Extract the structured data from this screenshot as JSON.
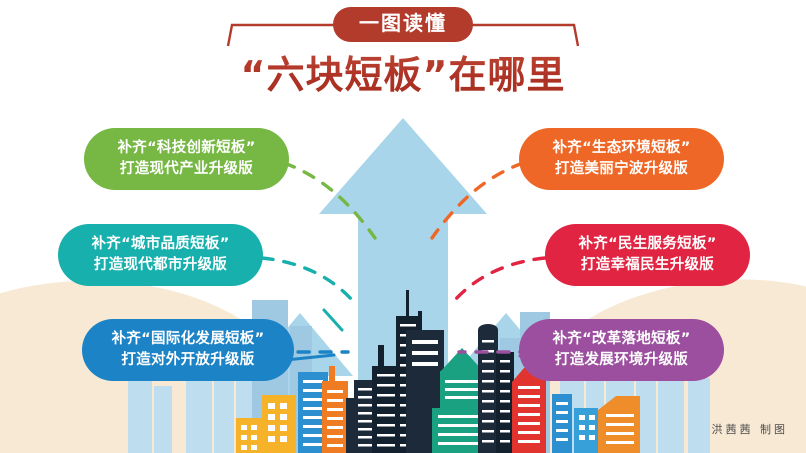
{
  "header": {
    "badge_label": "一图读懂",
    "title": "“六块短板”在哪里",
    "accent_color": "#b33b2c"
  },
  "colors": {
    "arrow": "#a8d5ea",
    "arrow_back": "#cfe6f2",
    "background": "#ffffff",
    "cream": "#f7e9d3",
    "credit_text": "#4d4d4d"
  },
  "items": [
    {
      "id": "tech-innovation",
      "side": "left",
      "line1": "补齐“科技创新短板”",
      "line2": "打造现代产业升级版",
      "color": "#76b843"
    },
    {
      "id": "city-quality",
      "side": "left",
      "line1": "补齐“城市品质短板”",
      "line2": "打造现代都市升级版",
      "color": "#17b0ad"
    },
    {
      "id": "international-development",
      "side": "left",
      "line1": "补齐“国际化发展短板”",
      "line2": "打造对外开放升级版",
      "color": "#1b83c6"
    },
    {
      "id": "ecology-environment",
      "side": "right",
      "line1": "补齐“生态环境短板”",
      "line2": "打造美丽宁波升级版",
      "color": "#ee6726"
    },
    {
      "id": "livelihood-service",
      "side": "right",
      "line1": "补齐“民生服务短板”",
      "line2": "打造幸福民生升级版",
      "color": "#e02442"
    },
    {
      "id": "reform-implementation",
      "side": "right",
      "line1": "补齐“改革落地短板”",
      "line2": "打造发展环境升级版",
      "color": "#9b4f9e"
    }
  ],
  "credit": "洪茜茜  制图"
}
